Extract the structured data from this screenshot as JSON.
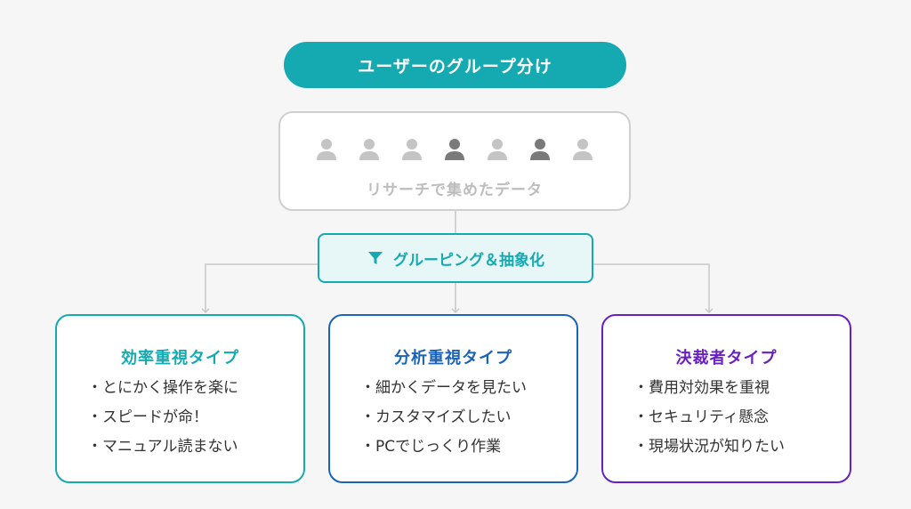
{
  "title": "ユーザーのグループ分け",
  "research": {
    "label": "リサーチで集めたデータ",
    "users": [
      "light",
      "light",
      "light",
      "dark",
      "light",
      "dark",
      "light"
    ]
  },
  "grouping": {
    "icon": "filter-icon",
    "label": "グルーピング＆抽象化"
  },
  "types": [
    {
      "title": "効率重視タイプ",
      "color": "#15aab1",
      "items": [
        "・とにかく操作を楽に",
        "・スピードが命！",
        "・マニュアル読まない"
      ]
    },
    {
      "title": "分析重視タイプ",
      "color": "#1a63b8",
      "items": [
        "・細かくデータを見たい",
        "・カスタマイズしたい",
        "・PCでじっくり作業"
      ]
    },
    {
      "title": "決裁者タイプ",
      "color": "#6a1fc2",
      "items": [
        "・費用対効果を重視",
        "・セキュリティ懸念",
        "・現場状況が知りたい"
      ]
    }
  ],
  "colors": {
    "accent": "#15aab1",
    "user_light": "#c4c4c4",
    "user_dark": "#7a7a7a",
    "connector": "#c8c8c8"
  }
}
